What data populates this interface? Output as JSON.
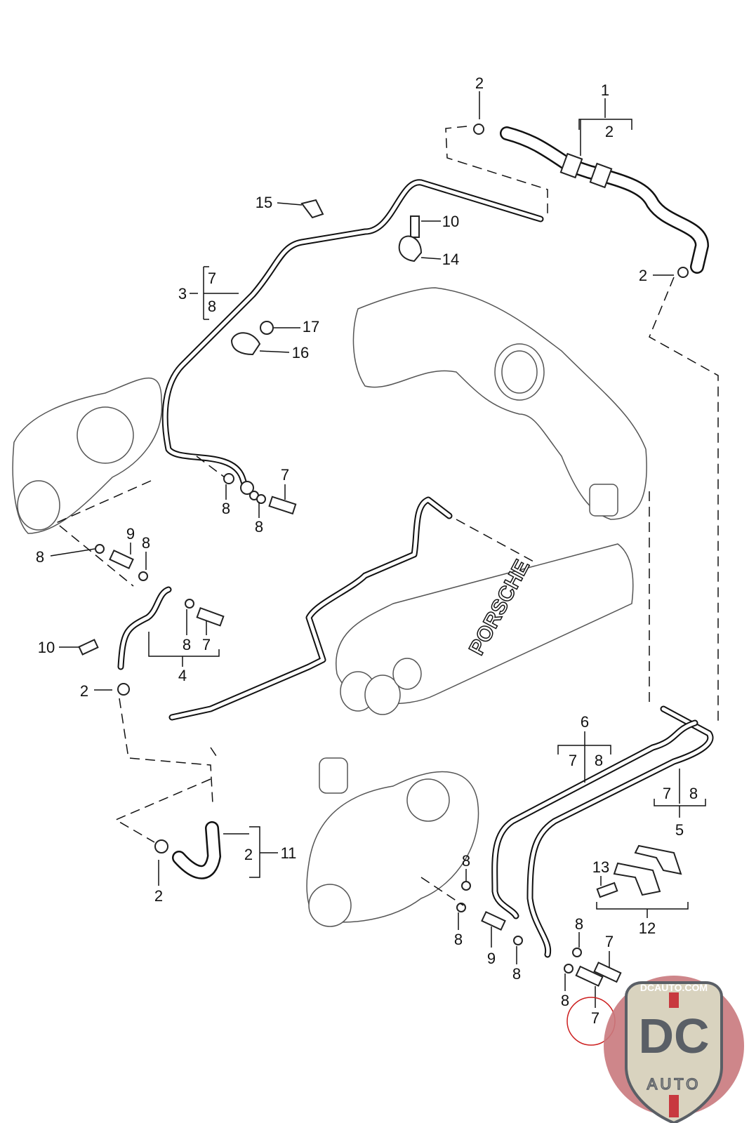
{
  "diagram": {
    "callouts": [
      "1",
      "2",
      "2",
      "15",
      "10",
      "14",
      "2",
      "3",
      "7",
      "8",
      "17",
      "16",
      "7",
      "8",
      "8",
      "9",
      "8",
      "8",
      "10",
      "8",
      "7",
      "4",
      "2",
      "6",
      "7",
      "8",
      "7",
      "8",
      "5",
      "11",
      "2",
      "2",
      "8",
      "13",
      "12",
      "8",
      "9",
      "8",
      "8",
      "7",
      "8",
      "7"
    ],
    "engraving": "PORSCHE",
    "highlight_color": "#cc1f1f"
  },
  "logo": {
    "site": "DCAUTO.COM",
    "mark": "DC",
    "word": "AUTO",
    "colors": {
      "shield": "#d9d3bf",
      "letters": "#5a5f66",
      "stripe": "#c8393f",
      "badge": "#c9797d"
    }
  }
}
